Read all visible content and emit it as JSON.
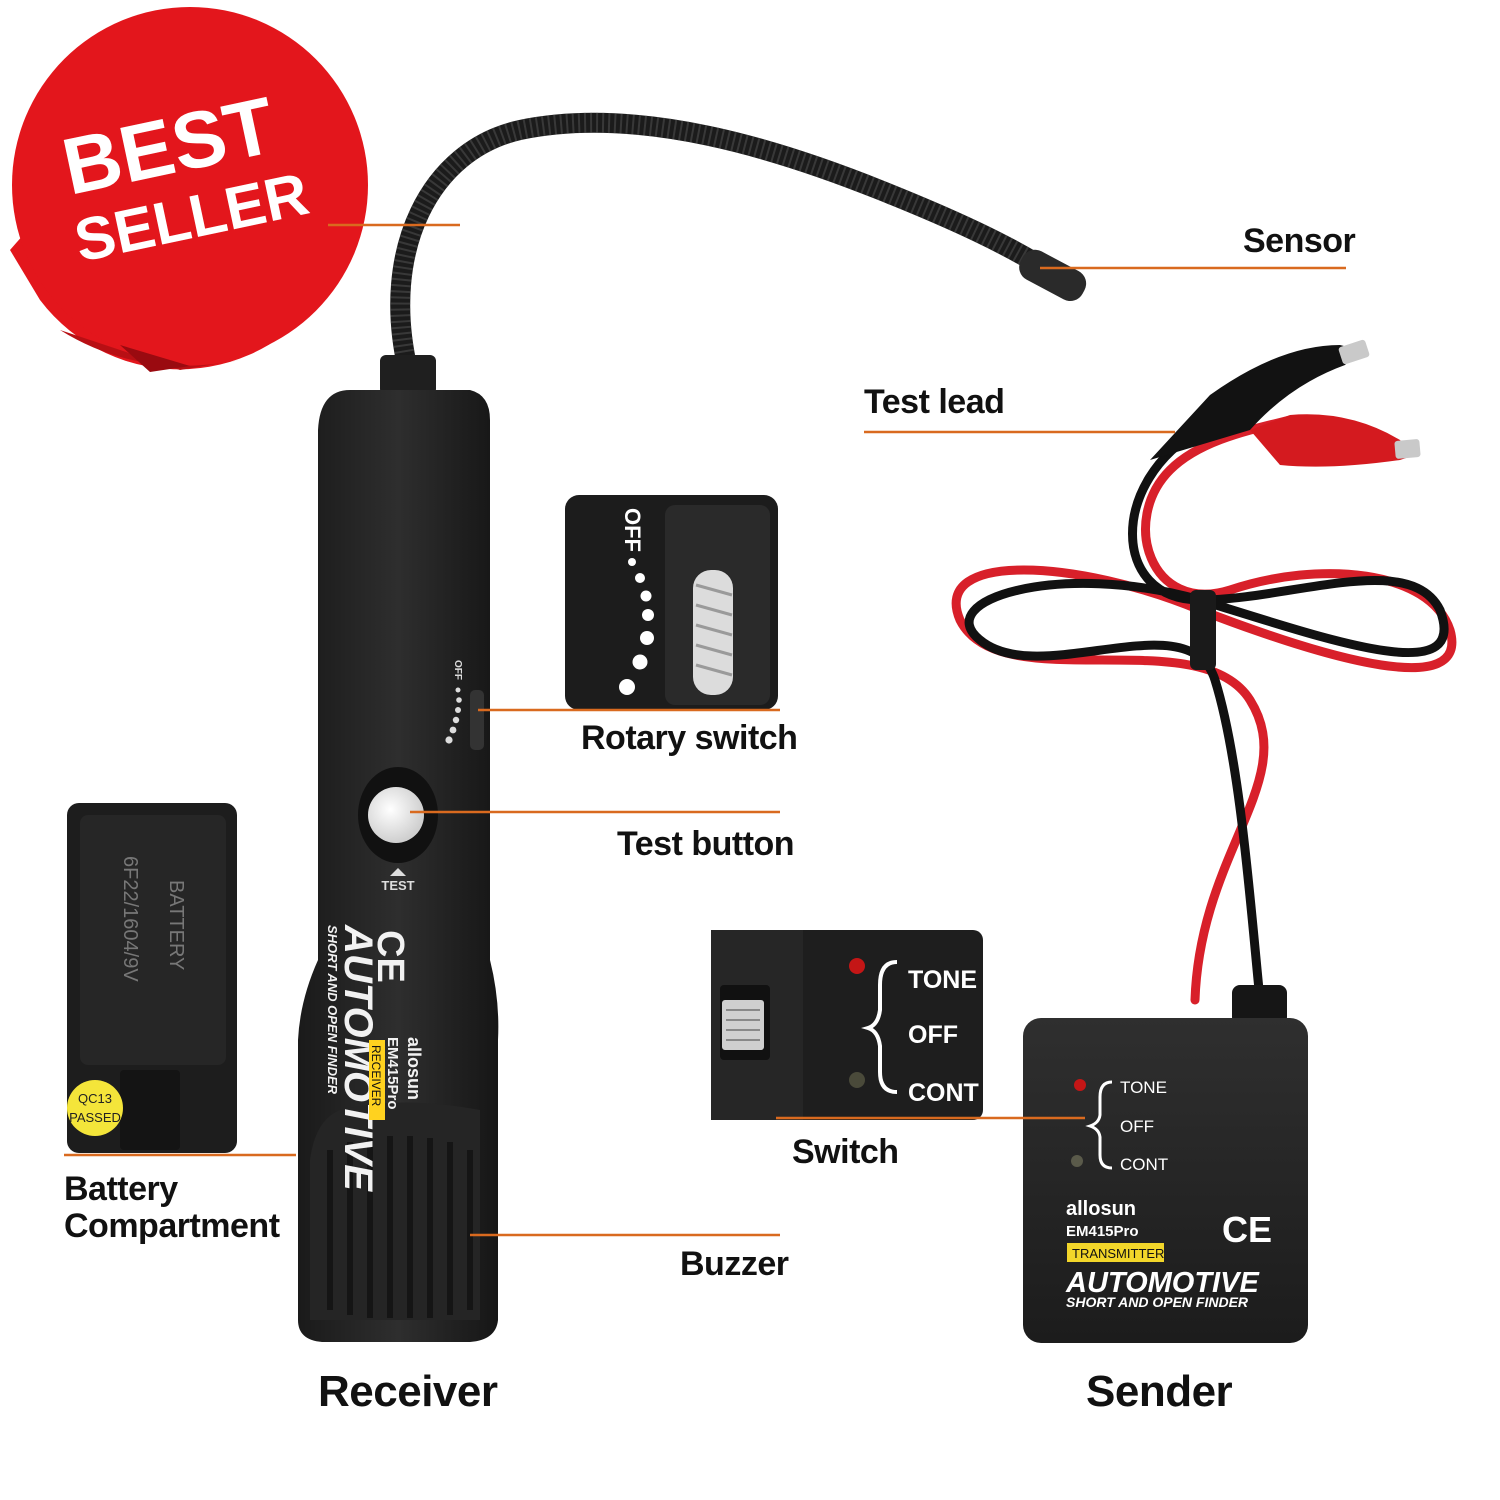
{
  "badge": {
    "line1": "BEST",
    "line2": "SELLER",
    "color": "#e3161c"
  },
  "accent_line_color": "#d96a1f",
  "labels": {
    "sensor": "Sensor",
    "test_lead": "Test lead",
    "rotary_switch": "Rotary switch",
    "test_button": "Test button",
    "battery": "Battery",
    "compartment": "Compartment",
    "switch": "Switch",
    "buzzer": "Buzzer",
    "receiver": "Receiver",
    "sender": "Sender"
  },
  "receiver_device": {
    "brand": "allosun",
    "model": "EM415Pro",
    "tag": "RECEIVER",
    "title": "AUTOMOTIVE",
    "subtitle": "SHORT AND OPEN FINDER",
    "ce": "CE",
    "test": "TEST",
    "off": "OFF"
  },
  "rotary_closeup": {
    "off": "OFF"
  },
  "battery_closeup": {
    "line1": "BATTERY",
    "line2": "6F22/1604/9V",
    "qc_line1": "QC13",
    "qc_line2": "PASSED"
  },
  "switch_closeup": {
    "tone": "TONE",
    "off": "OFF",
    "cont": "CONT"
  },
  "sender_device": {
    "tone": "TONE",
    "off": "OFF",
    "cont": "CONT",
    "brand": "allosun",
    "model": "EM415Pro",
    "tag": "TRANSMITTER",
    "title": "AUTOMOTIVE",
    "subtitle": "SHORT AND OPEN FINDER",
    "ce": "CE"
  }
}
